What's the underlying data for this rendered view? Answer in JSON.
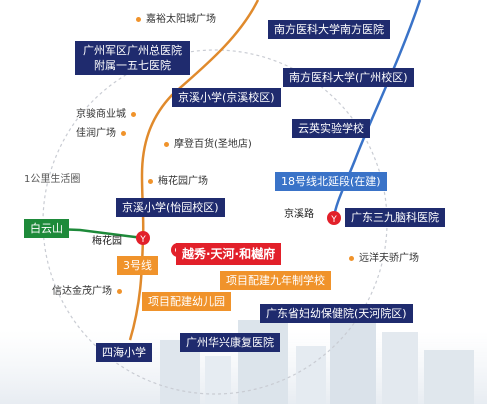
{
  "colors": {
    "navy_tag": "#1f2b6e",
    "orange_tag": "#f0932b",
    "green_tag": "#1e8a3a",
    "blue_tag": "#3a73c8",
    "red_tag": "#e2202a",
    "metro_line_3": "#e08a2c",
    "metro_line_18": "#3a73c8",
    "metro_icon": "#e2202a"
  },
  "radius_label": "1公里生活圈",
  "navy_labels": [
    "南方医科大学南方医院",
    "广州军区广州总医院附属一五七医院",
    "南方医科大学(广州校区)",
    "京溪小学(京溪校区)",
    "云英实验学校",
    "京溪小学(怡园校区)",
    "广东三九脑科医院",
    "广东省妇幼保健院(天河院区)",
    "广州华兴康复医院",
    "四海小学"
  ],
  "hospital_157": {
    "line1": "广州军区广州总医院",
    "line2": "附属一五七医院"
  },
  "project": "越秀·天河·和樾府",
  "school_projects": [
    "项目配建九年制学校",
    "项目配建幼儿园"
  ],
  "metro": {
    "line3_label": "3号线",
    "line18_label": "18号线北延段(在建)",
    "line2_label": "白云山",
    "stations": [
      "梅花园",
      "京溪路"
    ]
  },
  "pois": [
    "嘉裕太阳城广场",
    "京骏商业城",
    "佳润广场",
    "摩登百货(圣地店)",
    "梅花园广场",
    "远洋天骄广场",
    "信达金茂广场"
  ]
}
